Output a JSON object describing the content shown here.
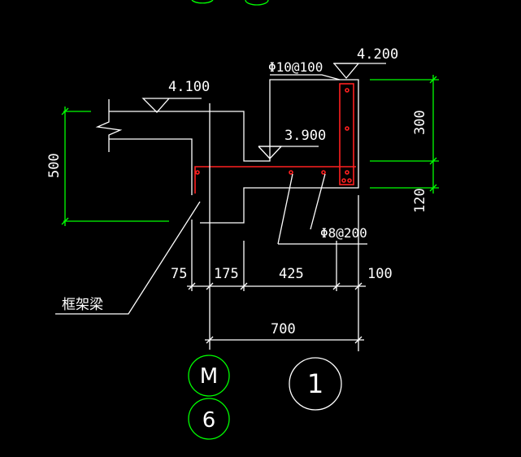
{
  "elevations": {
    "top_left": "4.100",
    "top_right": "4.200",
    "ledge": "3.900"
  },
  "rebar": {
    "stirrup": "Φ10@100",
    "slab": "Φ8@200"
  },
  "dims": {
    "height_500": "500",
    "height_300": "300",
    "height_120": "120",
    "w_75": "75",
    "w_175": "175",
    "w_425": "425",
    "w_100": "100",
    "total_700": "700"
  },
  "callout": "框架梁",
  "axes": {
    "letter": "M",
    "number": "6",
    "section": "1"
  },
  "colors": {
    "background": "#000000",
    "linework": "#ffffff",
    "dimension": "#00ff00",
    "rebar": "#ff2020"
  }
}
